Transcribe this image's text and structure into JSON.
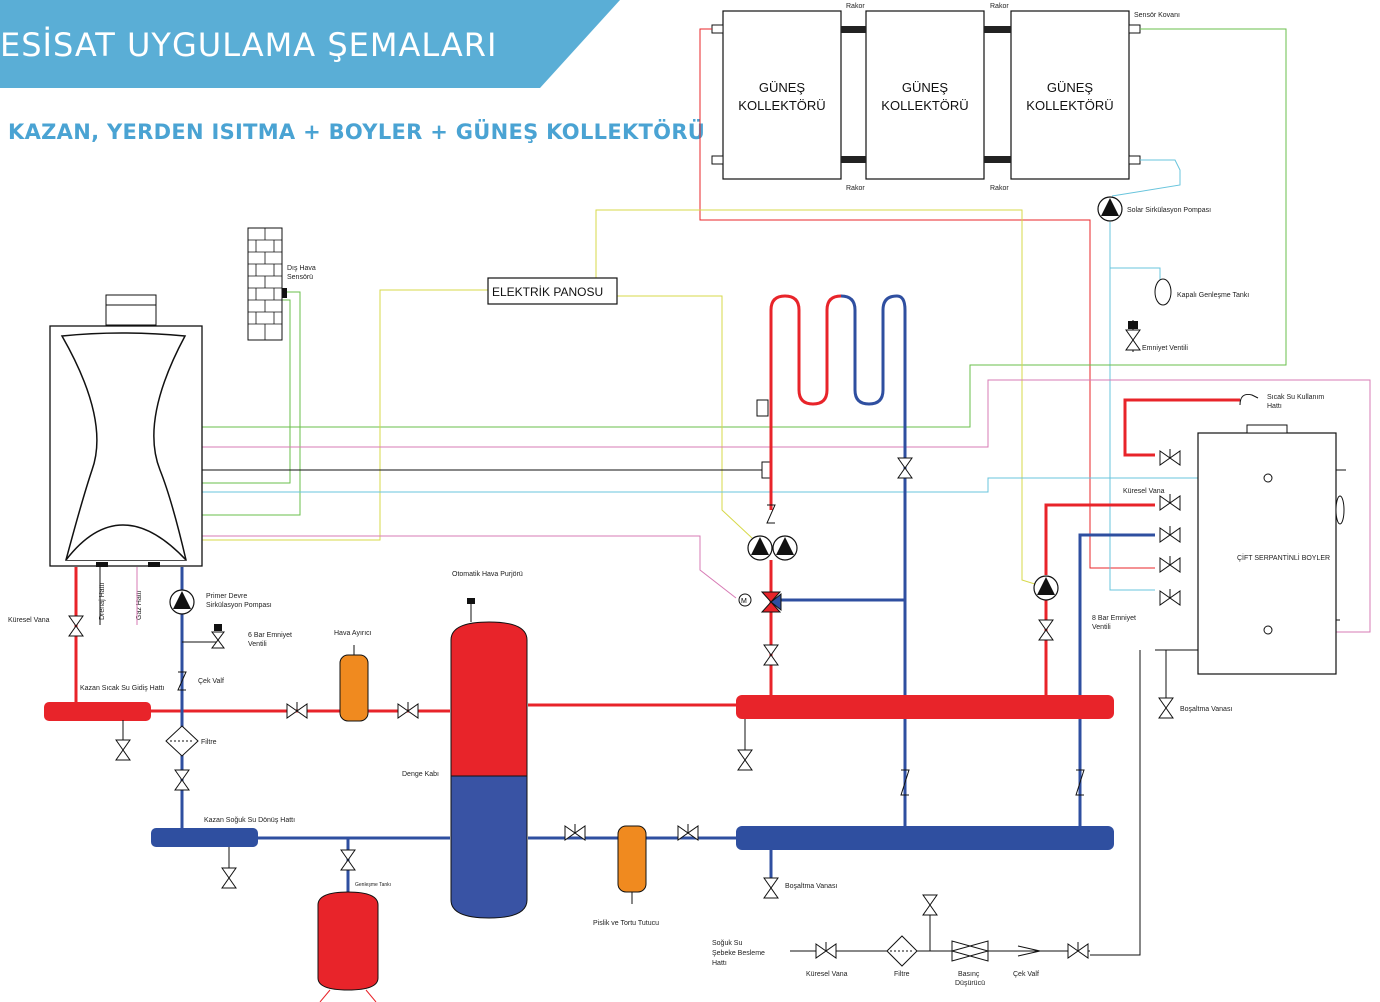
{
  "header": {
    "title": "ESİSAT UYGULAMA ŞEMALARI",
    "subtitle": "KAZAN, YERDEN ISITMA + BOYLER + GÜNEŞ KOLLEKTÖRÜ"
  },
  "colors": {
    "banner": "#5aaed6",
    "hot": "#e8242a",
    "cold": "#2f4fa0",
    "green_wire": "#6abf4b",
    "yellow_wire": "#d7d94a",
    "pink_wire": "#d77bb5",
    "cyan_wire": "#68c4dc",
    "orange_part": "#f08a1f"
  },
  "collectors": {
    "c1": {
      "line1": "GÜNEŞ",
      "line2": "KOLLEKTÖRÜ"
    },
    "c2": {
      "line1": "GÜNEŞ",
      "line2": "KOLLEKTÖRÜ"
    },
    "c3": {
      "line1": "GÜNEŞ",
      "line2": "KOLLEKTÖRÜ"
    },
    "rakor": "Rakor",
    "sensor_pocket": "Sensör Kovanı"
  },
  "labels": {
    "solar_pump": "Solar Sirkülasyon Pompası",
    "exp_tank_closed": "Kapalı Genleşme Tankı",
    "safety_valve": "Emniyet Ventili",
    "electric_panel": "ELEKTRİK PANOSU",
    "outdoor_sensor_1": "Dış Hava",
    "outdoor_sensor_2": "Sensörü",
    "dhw_line_1": "Sıcak Su Kullanım",
    "dhw_line_2": "Hattı",
    "ball_valve": "Küresel Vana",
    "boiler_tank": "ÇİFT SERPANTİNLİ BOYLER",
    "safety_8bar_1": "8 Bar Emniyet",
    "safety_8bar_2": "Ventili",
    "drain_valve": "Boşaltma Vanası",
    "drain_valve_2": "Boşaltma Vanası",
    "drainage_line": "Drenaj Hattı",
    "gas_line": "Gaz Hattı",
    "ball_valve_left": "Küresel Vana",
    "primary_pump_1": "Primer Devre",
    "primary_pump_2": "Sirkülasyon Pompası",
    "safety_6bar_1": "6 Bar Emniyet",
    "safety_6bar_2": "Ventili",
    "check_valve": "Çek Valf",
    "boiler_hot_flow": "Kazan Sıcak Su Gidiş Hattı",
    "filter": "Filtre",
    "boiler_cold_return": "Kazan Soğuk Su Dönüş Hattı",
    "air_separator": "Hava Ayırıcı",
    "auto_air_vent": "Otomatik Hava Purjörü",
    "balance_tank": "Denge Kabı",
    "expansion_tank": "Genleşme Tankı",
    "dirt_separator": "Pislik ve Tortu Tutucu",
    "cold_supply_1": "Soğuk Su",
    "cold_supply_2": "Şebeke Besleme",
    "cold_supply_3": "Hattı",
    "sv_ball_valve": "Küresel Vana",
    "sv_filter": "Filtre",
    "sv_prv_1": "Basınç",
    "sv_prv_2": "Düşürücü",
    "sv_check": "Çek Valf"
  }
}
